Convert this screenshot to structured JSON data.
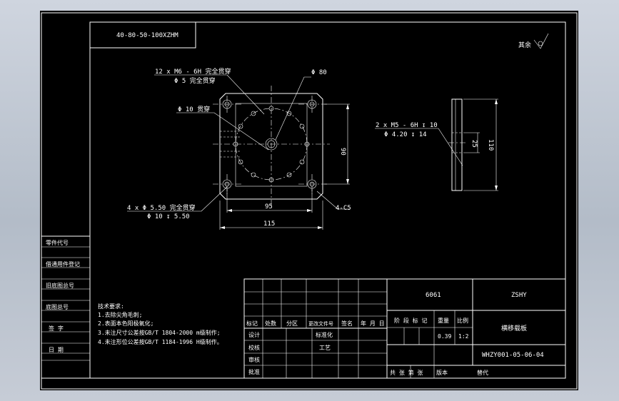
{
  "drawing_code_box": "40-80-50-100XZHM",
  "surface_finish": "其余",
  "callouts": {
    "tapped_holes_l1": "12 x  M6 - 6H 完全贯穿",
    "tapped_holes_l2": "Φ  5 完全贯穿",
    "through_hole": "Φ 10 贯穿",
    "circle_dia": "Φ 80",
    "counterbore_l1": "4 x  Φ  5.50 完全贯穿",
    "counterbore_l2": "Φ  10  ↧ 5.50",
    "chamfer": "4-C5",
    "side_tap_l1": "2 x  M5 - 6H   ↧ 10",
    "side_tap_l2": "Φ  4.20  ↧ 14"
  },
  "dimensions": {
    "hole_spacing": "95",
    "width": "115",
    "height": "90",
    "side_dim_25": "25",
    "side_dim_110": "110"
  },
  "left_strip": [
    "零件代号",
    "借通用件登记",
    "旧底图总号",
    "底图总号",
    "签    字",
    "日    期"
  ],
  "tech_requirements": {
    "title": "技术要求:",
    "items": [
      "1.去除尖角毛刺;",
      "2.表面本色阳极氧化;",
      "3.未注尺寸公差按GB/T 1804-2000 m级制作;",
      "4.未注形位公差按GB/T 1184-1996 H级制作。"
    ]
  },
  "title_block": {
    "material": "6061",
    "company": "ZSHY",
    "revision_headers": [
      "标记",
      "处数",
      "分区",
      "更改文件号",
      "签名",
      "年 月 日"
    ],
    "row_labels": [
      "设计",
      "校核",
      "审核",
      "批准"
    ],
    "standardization": "标准化",
    "process": "工艺",
    "stage_label": "阶 段 标 记",
    "weight_label": "重量",
    "scale_label": "比例",
    "weight": "0.39",
    "scale": "1:2",
    "part_name": "横移载板",
    "drawing_number": "WHZY001-05-06-04",
    "sheet_info": "共 张  第 张",
    "version_label": "版本",
    "replaces_label": "替代"
  }
}
